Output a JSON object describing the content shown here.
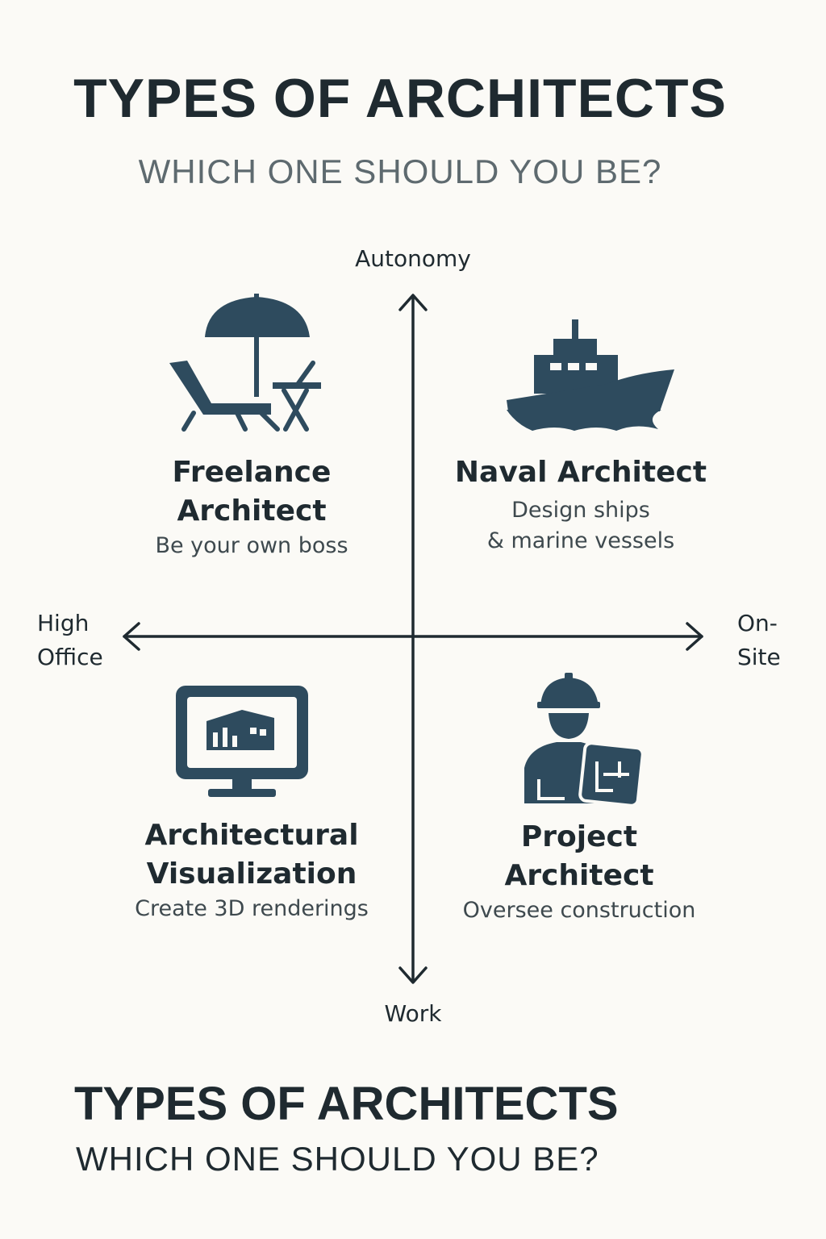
{
  "header": {
    "title": "TYPES OF ARCHITECTS",
    "subtitle": "WHICH ONE SHOULD YOU BE?"
  },
  "axes": {
    "top": "Autonomy",
    "bottom": "Work",
    "left": "High\nOffice",
    "right": "On-\nSite"
  },
  "quadrants": {
    "top_left": {
      "title": "Freelance\nArchitect",
      "subtitle": "Be your own boss",
      "icon": "beach-lounge-icon"
    },
    "top_right": {
      "title": "Naval Architect",
      "subtitle": "Design ships\n& marine vessels",
      "icon": "ship-icon"
    },
    "bottom_left": {
      "title": "Architectural\nVisualization",
      "subtitle": "Create 3D renderings",
      "icon": "monitor-building-icon"
    },
    "bottom_right": {
      "title": "Project\nArchitect",
      "subtitle": "Oversee construction",
      "icon": "engineer-blueprint-icon"
    }
  },
  "footer": {
    "title": "TYPES OF ARCHITECTS",
    "subtitle": "WHICH ONE SHOULD YOU BE?"
  },
  "colors": {
    "background": "#fbfaf6",
    "icon": "#2e4b5e",
    "text": "#1f2a30",
    "subtitle": "#5e6a6f"
  }
}
